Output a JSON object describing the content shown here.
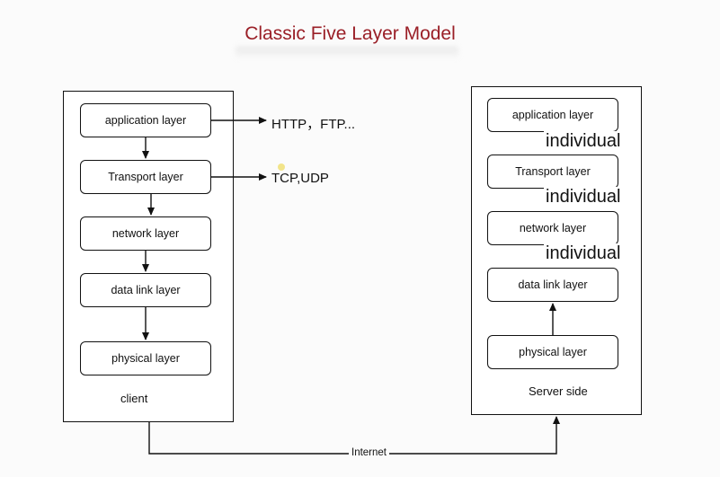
{
  "title": "Classic Five Layer Model",
  "client": {
    "label": "client",
    "layers": [
      "application layer",
      "Transport layer",
      "network layer",
      "data link layer",
      "physical layer"
    ]
  },
  "server": {
    "label": "Server side",
    "layers": [
      "application layer",
      "Transport layer",
      "network layer",
      "data link layer",
      "physical layer"
    ],
    "overlay_text": [
      "individual",
      "individual",
      "individual"
    ]
  },
  "protocols": {
    "application": "HTTP，FTP...",
    "transport": "TCP,UDP"
  },
  "connection_label": "Internet",
  "colors": {
    "title": "#9a1f27",
    "line": "#111111"
  }
}
